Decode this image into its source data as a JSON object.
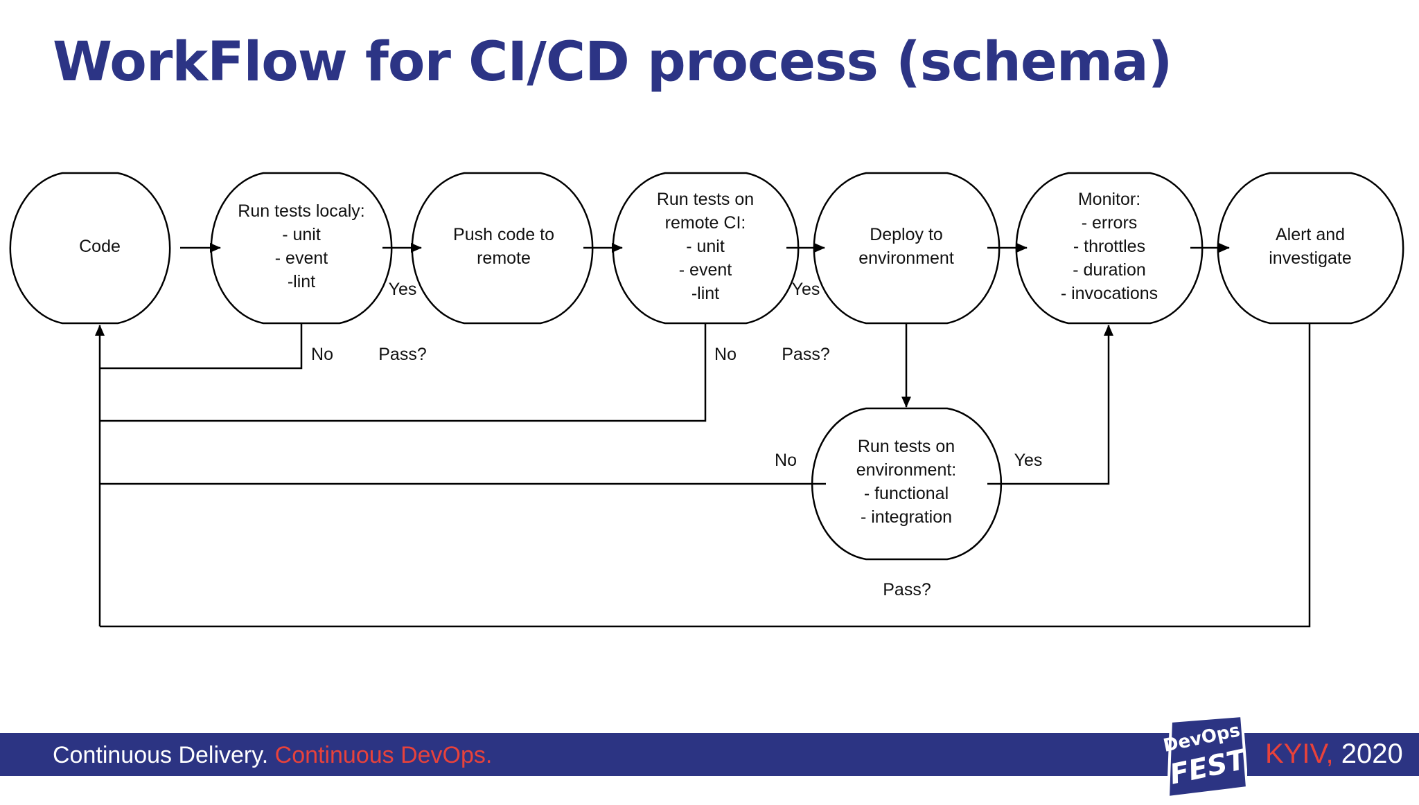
{
  "title": "WorkFlow for CI/CD process (schema)",
  "nodes": {
    "code": [
      "Code"
    ],
    "local_tests": [
      "Run tests localy:",
      "- unit",
      "- event",
      "-lint"
    ],
    "push": [
      "Push code to",
      "remote"
    ],
    "remote_tests": [
      "Run tests on",
      "remote CI:",
      "- unit",
      "- event",
      "-lint"
    ],
    "deploy": [
      "Deploy to",
      "environment"
    ],
    "monitor": [
      "Monitor:",
      "- errors",
      "- throttles",
      "- duration",
      "- invocations"
    ],
    "alert": [
      "Alert and",
      "investigate"
    ],
    "env_tests": [
      "Run tests on",
      "environment:",
      "- functional",
      "- integration"
    ]
  },
  "edge_labels": {
    "local_yes": "Yes",
    "local_no": "No",
    "local_pass": "Pass?",
    "remote_yes": "Yes",
    "remote_no": "No",
    "remote_pass": "Pass?",
    "env_no": "No",
    "env_yes": "Yes",
    "env_pass": "Pass?"
  },
  "footer": {
    "tagline_part1": "Continuous Delivery.",
    "tagline_part2": "Continuous DevOps.",
    "logo_line1": "DevOps",
    "logo_line2": "FEST",
    "city": "KYIV,",
    "year": "2020"
  },
  "colors": {
    "title": "#2c3485",
    "footer_bg": "#2c3483",
    "accent_red": "#e8423b"
  }
}
